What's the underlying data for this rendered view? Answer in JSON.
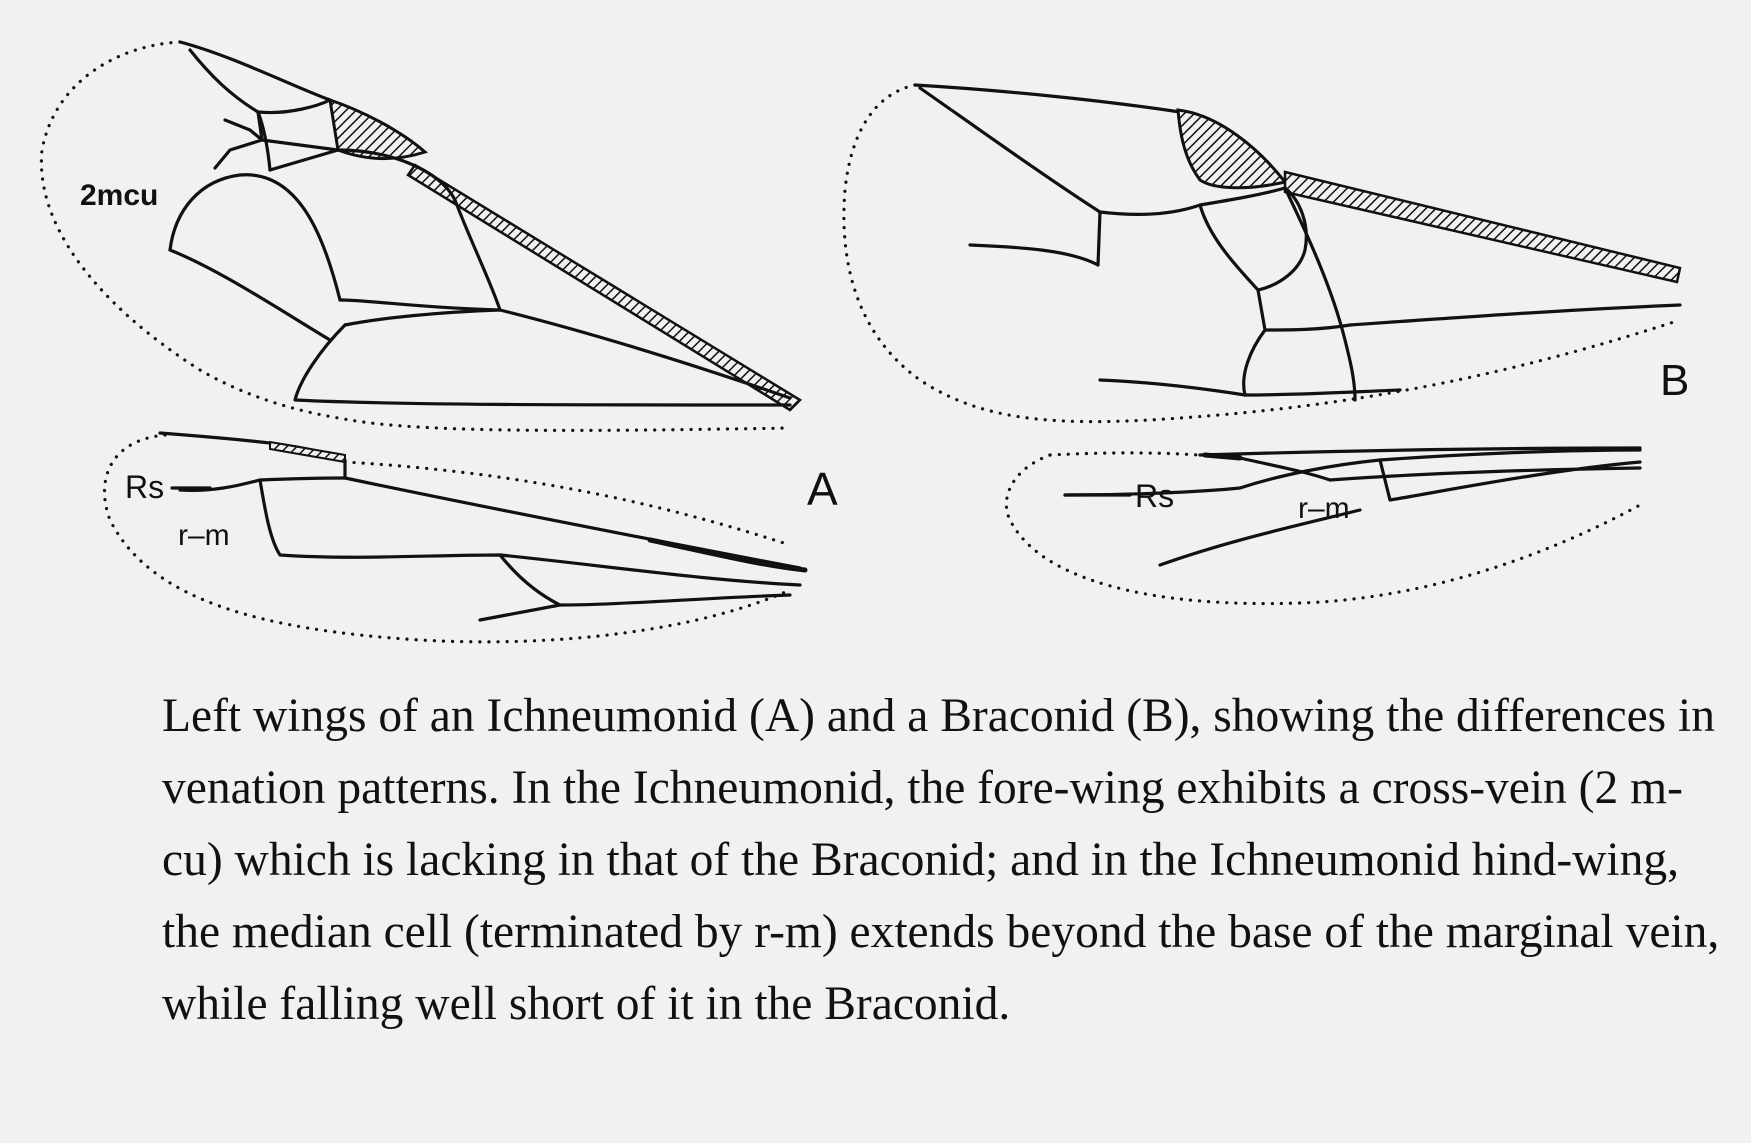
{
  "labels": {
    "cross_vein": "2mcu",
    "rs_a": "Rs",
    "rm_a": "r–m",
    "figure_a": "A",
    "figure_b": "B",
    "rs_b": "Rs",
    "rm_b": "r–m"
  },
  "caption": "Left wings of an Ichneumonid (A) and a Braconid (B), showing the differences in venation patterns. In the Ichneumonid, the fore-wing exhibits a cross-vein (2 m-cu) which is lacking in that of the Braconid; and in the Ichneumonid hind-wing, the median cell (terminated by r-m) extends beyond the base of the marginal vein, while falling well short of it in the Braconid."
}
